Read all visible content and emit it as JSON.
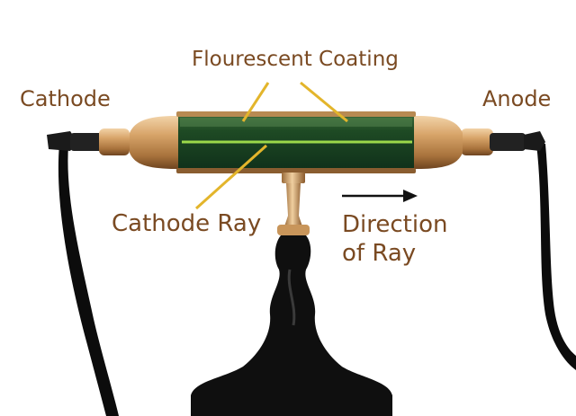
{
  "labels": {
    "cathode": "Cathode",
    "anode": "Anode",
    "fluorescent_coating": "Flourescent Coating",
    "cathode_ray": "Cathode Ray",
    "direction_line1": "Direction",
    "direction_line2": "of Ray"
  },
  "colors": {
    "label_text": "#7a4a22",
    "leader_line": "#e3b52b",
    "glass_green": "#1f4a22",
    "beam": "#9bd84a",
    "brass": "#c8955a",
    "stand": "#0f0f0f",
    "arrow": "#111111"
  }
}
